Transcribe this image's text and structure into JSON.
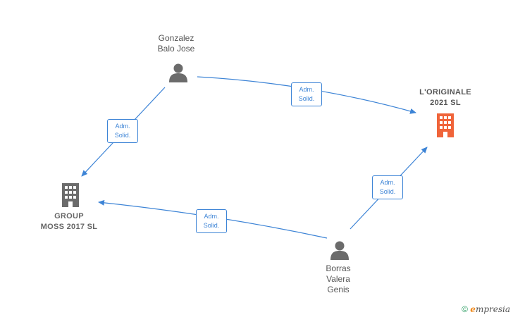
{
  "nodes": {
    "gonzalez": {
      "line1": "Gonzalez",
      "line2": "Balo Jose"
    },
    "originale": {
      "line1": "L'ORIGINALE",
      "line2": "2021  SL"
    },
    "group": {
      "line1": "GROUP",
      "line2": "MOSS 2017  SL"
    },
    "borras": {
      "line1": "Borras",
      "line2": "Valera",
      "line3": "Genis"
    }
  },
  "edges": {
    "e1": {
      "line1": "Adm.",
      "line2": "Solid."
    },
    "e2": {
      "line1": "Adm.",
      "line2": "Solid."
    },
    "e3": {
      "line1": "Adm.",
      "line2": "Solid."
    },
    "e4": {
      "line1": "Adm.",
      "line2": "Solid."
    }
  },
  "colors": {
    "edge": "#3d84d6",
    "person": "#6b6b6b",
    "company": "#6b6b6b",
    "highlight": "#f0643a"
  },
  "watermark": {
    "copyright": "©",
    "brand_first": "e",
    "brand_rest": "mpresia"
  }
}
